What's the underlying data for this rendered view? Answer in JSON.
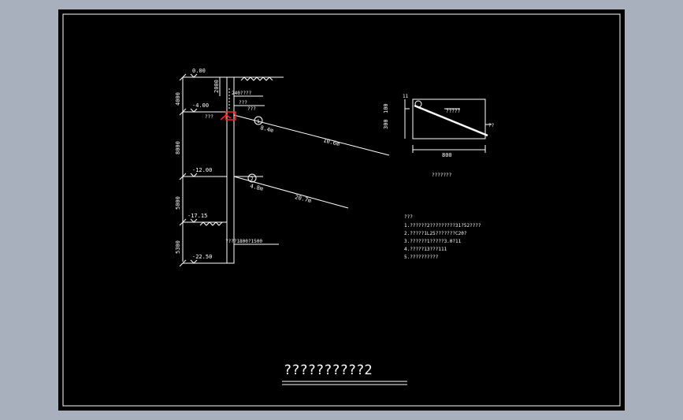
{
  "elevation_labels": [
    "0.00",
    "-4.00",
    "-12.00",
    "-17.15",
    "-22.50"
  ],
  "dimension_labels": [
    "4000",
    "8000",
    "5000",
    "5300"
  ],
  "pile_dims": [
    "2000",
    "???"
  ],
  "pile_labels": [
    "240????",
    "???",
    "???",
    "????1800?1500"
  ],
  "anchor_angles": [
    "8.4m",
    "4.8m"
  ],
  "anchor_lengths": [
    "10.6m",
    "20.7m"
  ],
  "anchor_mark_1": "1",
  "anchor_mark_2": "2",
  "detail": {
    "left_dims": [
      "100",
      "300"
    ],
    "top_label": "11",
    "rebar_label": "?????",
    "right_label": "??",
    "bottom_dim": "800",
    "caption": "???????"
  },
  "notes_title": "???",
  "notes": [
    "1.??????2?????????31?52????",
    "2.?????1L25???????C20?",
    "3.??????1?????3.0?11",
    "4.?????13???111",
    "5.??????????"
  ],
  "title": "??????????2",
  "colors": {
    "background": "#000000",
    "lines": "#ffffff",
    "highlight": "#ff2020",
    "desktop": "#a9b0bd"
  }
}
